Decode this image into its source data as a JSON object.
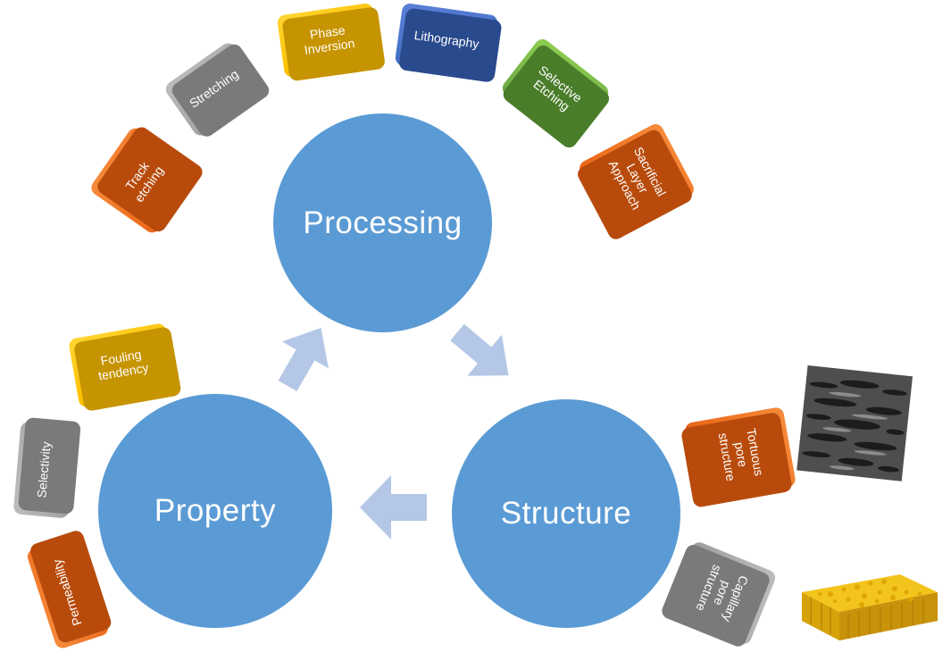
{
  "circles": {
    "processing": "Processing",
    "structure": "Structure",
    "property": "Property"
  },
  "processing_methods": [
    "Track\netching",
    "Stretching",
    "Phase\nInversion",
    "Lithography",
    "Selective\nEtching",
    "Sacrificial\nLayer\nApproach"
  ],
  "structure_types": [
    "Tortuous\npore\nstructure",
    "Capillary\npore\nstructure"
  ],
  "properties": [
    "Fouling\ntendency",
    "Selectivity",
    "Permeability"
  ],
  "colors": {
    "circle": "#5b9bd5",
    "arrow": "#b4c7e7",
    "orange": "#ed7d31",
    "gray": "#a5a5a5",
    "yellow": "#ffc000",
    "blue": "#4472c4",
    "green": "#70ad47"
  },
  "images": {
    "tortuous": "sem-micrograph-tortuous-pore-image",
    "capillary": "yellow-porous-block-capillary-image"
  }
}
